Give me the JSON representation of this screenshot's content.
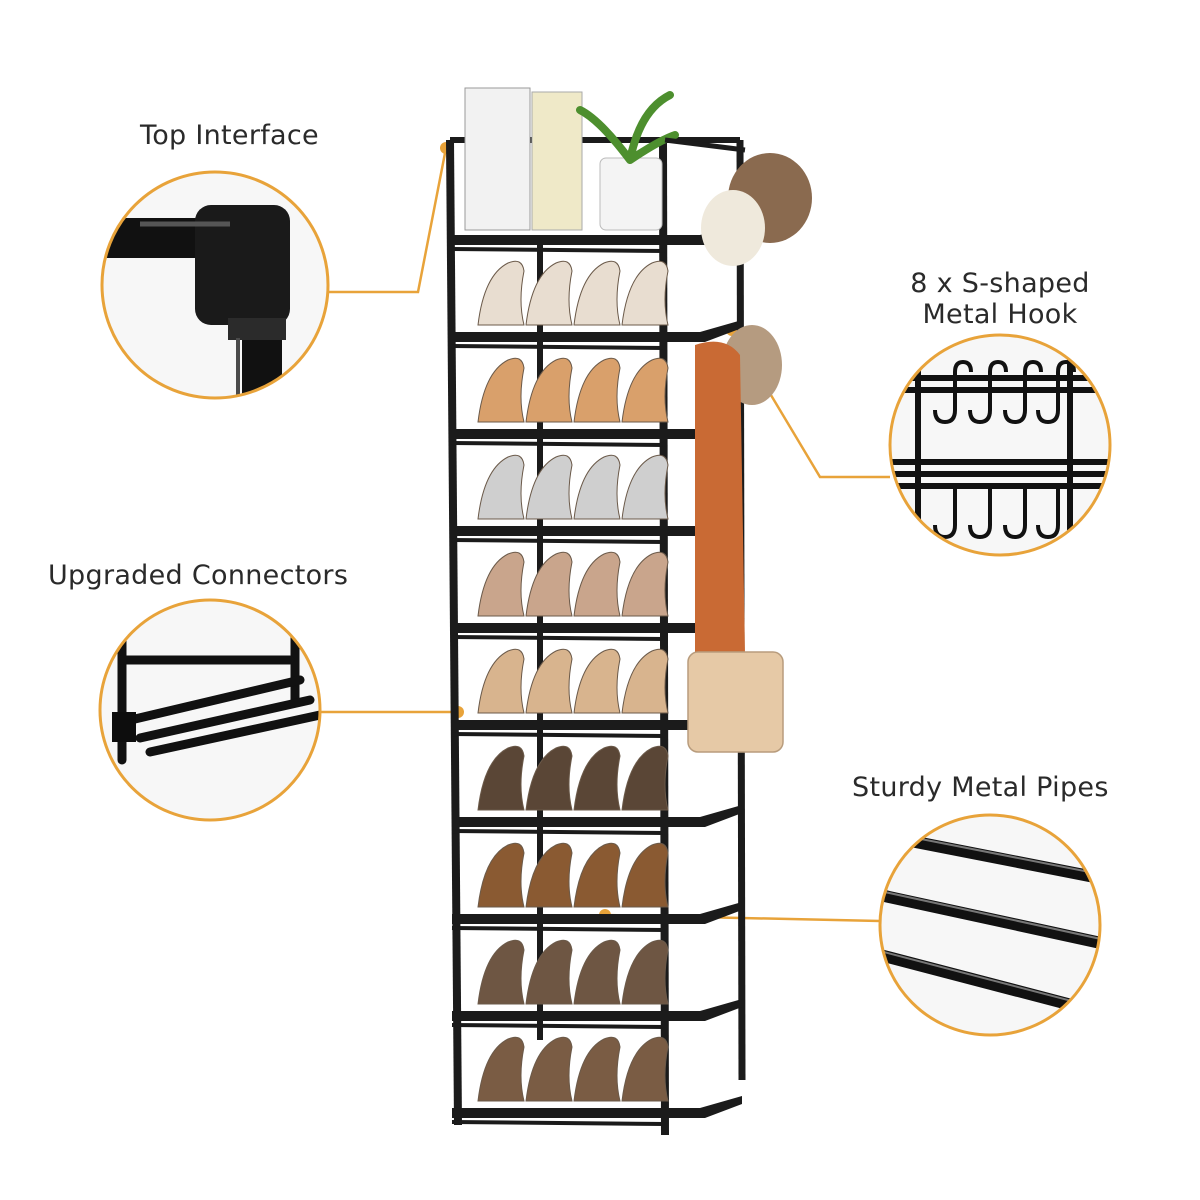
{
  "callouts": {
    "top_interface": "Top Interface",
    "hook_line1": "8 x S-shaped",
    "hook_line2": "Metal Hook",
    "connectors": "Upgraded Connectors",
    "pipes": "Sturdy Metal Pipes"
  },
  "colors": {
    "accent": "#e8a33a",
    "frame": "#1b1b1b",
    "text": "#2a2a2a"
  },
  "shelf_count": 10
}
